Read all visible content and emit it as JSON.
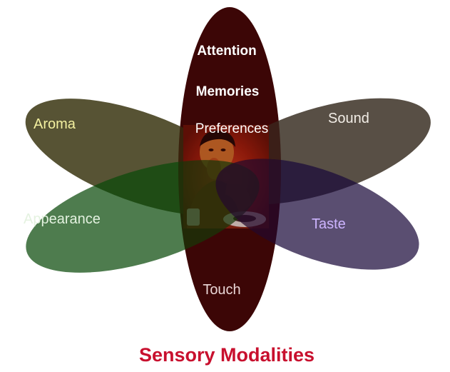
{
  "diagram": {
    "title": "Sensory Modalities",
    "center": {
      "items": [
        "Attention",
        "Memories",
        "Preferences"
      ]
    },
    "petals": [
      {
        "id": "aroma",
        "label": "Aroma"
      },
      {
        "id": "sound",
        "label": "Sound"
      },
      {
        "id": "appearance",
        "label": "Appearance"
      },
      {
        "id": "taste",
        "label": "Taste"
      },
      {
        "id": "touch",
        "label": "Touch"
      }
    ]
  },
  "colors": {
    "title": "#c8102e",
    "center_petal": "#3c0606",
    "aroma_petal": "#3a3510",
    "sound_petal": "#3b3025",
    "appearance_petal": "#0a4a0a",
    "taste_petal": "#1b0a3a",
    "aroma_text": "#f3f0a0",
    "sound_text": "#f2ede6",
    "appearance_text": "#e4f2e0",
    "taste_text": "#cdb4ff",
    "touch_text": "#ead6d6"
  },
  "icons": {
    "center_photo": "person-eating-photo"
  }
}
